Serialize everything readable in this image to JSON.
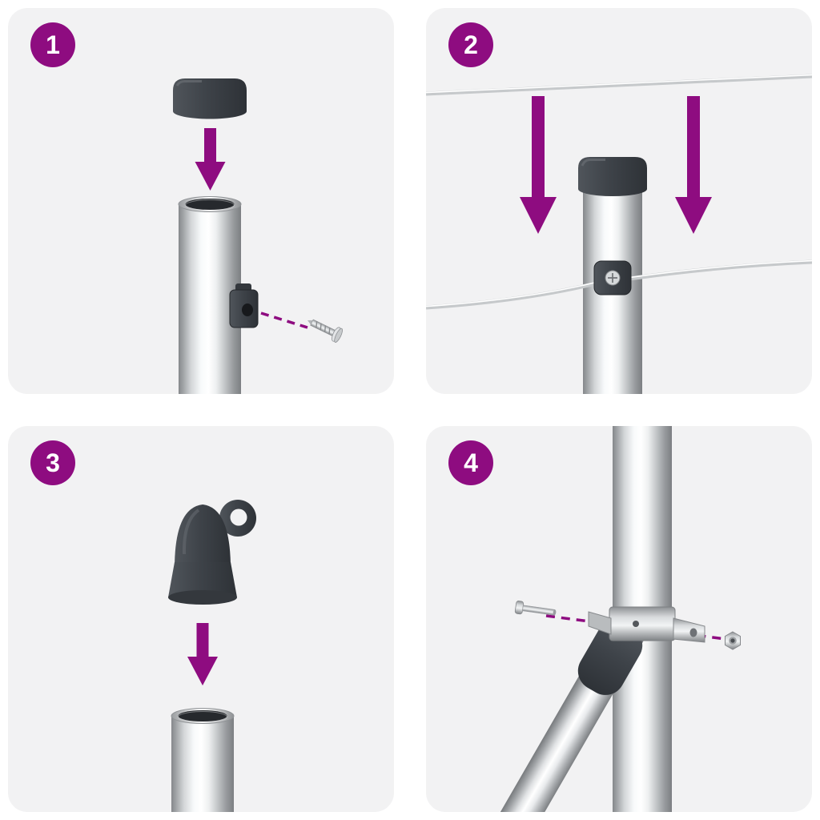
{
  "steps": [
    {
      "number": "1",
      "illustration": "press-cap-onto-post"
    },
    {
      "number": "2",
      "illustration": "tension-wires-into-clip"
    },
    {
      "number": "3",
      "illustration": "eyelet-cap-onto-post"
    },
    {
      "number": "4",
      "illustration": "bolt-brace-clamp-to-post"
    }
  ],
  "colors": {
    "accent": "#8E0C80",
    "panel_bg": "#F2F2F3",
    "canvas_bg": "#FFFFFF",
    "part_dark": "#3A3F45",
    "metal_light": "#F8FAFB",
    "metal_dark": "#85888B",
    "wire": "#C6C9CB",
    "step_number_text": "#FFFFFF"
  }
}
